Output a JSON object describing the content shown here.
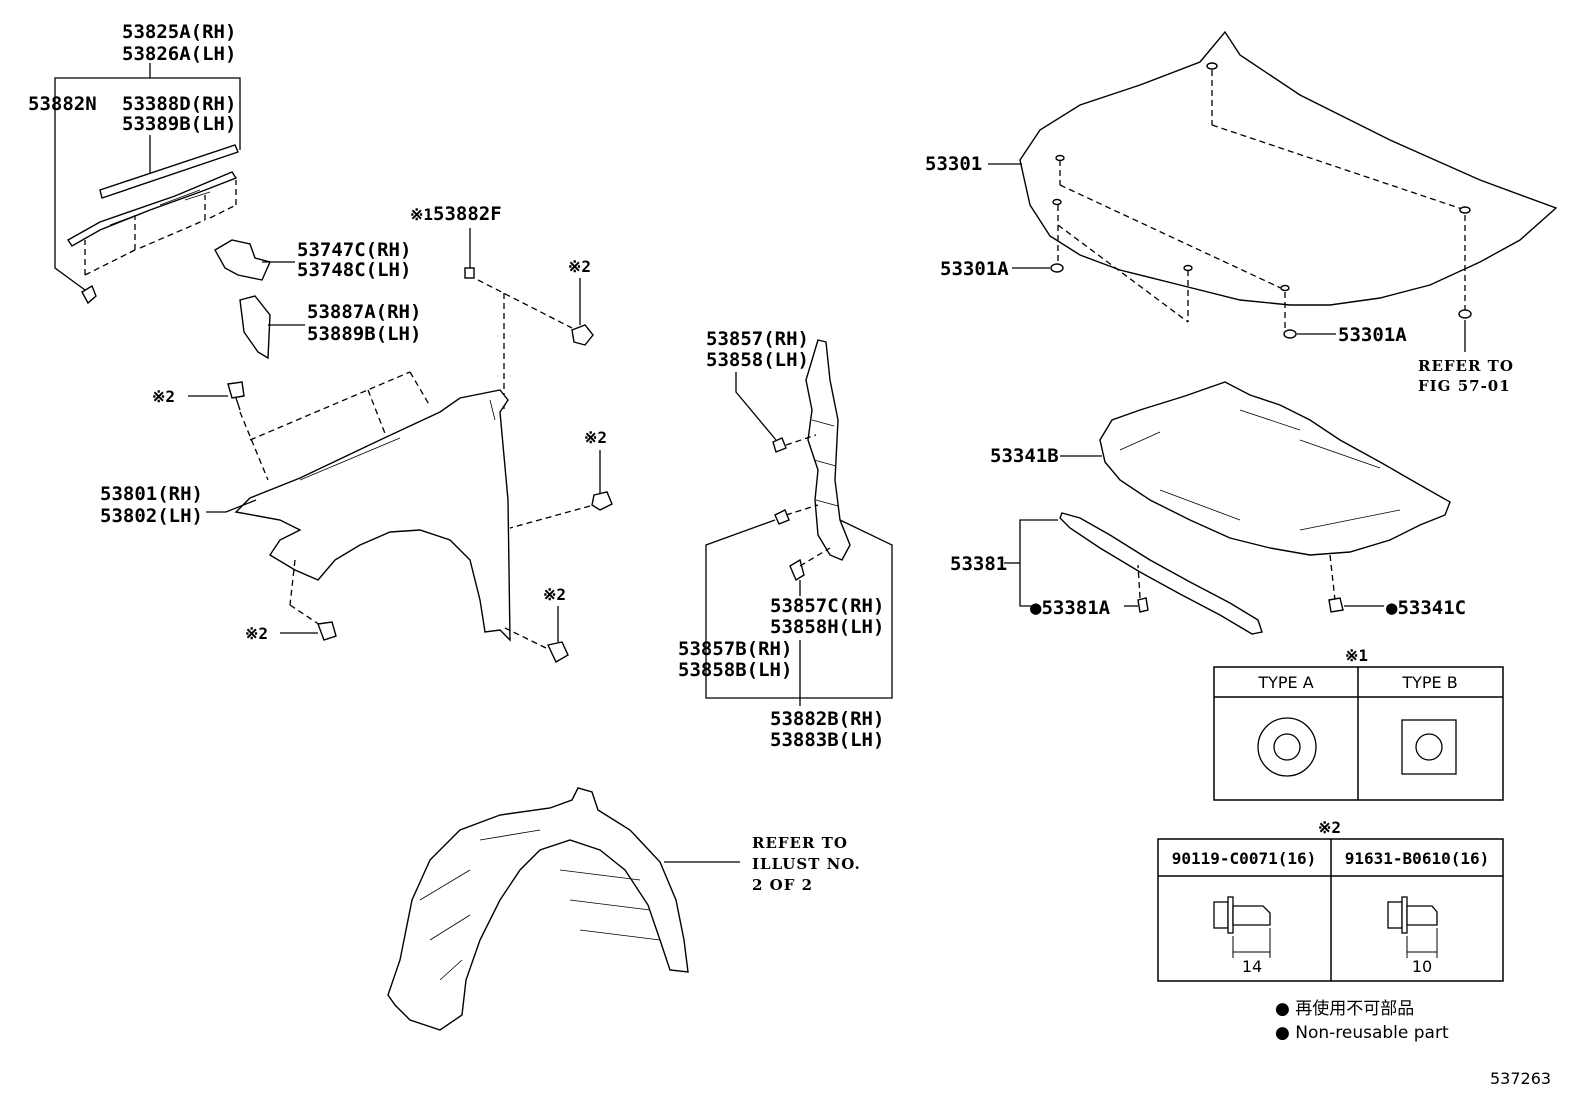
{
  "labels": {
    "p53825a": "53825A(RH)",
    "p53826a": "53826A(LH)",
    "p53882n": "53882N",
    "p53388d": "53388D(RH)",
    "p53389b": "53389B(LH)",
    "p53882f": "53882F",
    "note1_mark": "※1",
    "note2_mark": "※2",
    "p53747c": "53747C(RH)",
    "p53748c": "53748C(LH)",
    "p53887a": "53887A(RH)",
    "p53889b": "53889B(LH)",
    "p53801": "53801(RH)",
    "p53802": "53802(LH)",
    "p53857": "53857(RH)",
    "p53858": "53858(LH)",
    "p53857c": "53857C(RH)",
    "p53858h": "53858H(LH)",
    "p53857b": "53857B(RH)",
    "p53858b": "53858B(LH)",
    "p53882b": "53882B(RH)",
    "p53883b": "53883B(LH)",
    "p53301": "53301",
    "p53301a": "53301A",
    "p53341b": "53341B",
    "p53381": "53381",
    "p53381a": "●53381A",
    "p53341c": "●53341C"
  },
  "references": {
    "fig_line1": "REFER TO",
    "fig_line2": "FIG 57-01",
    "illust_line1": "REFER TO",
    "illust_line2": "ILLUST NO.",
    "illust_line3": "2 OF 2"
  },
  "table1": {
    "mark": "※1",
    "col_a": "TYPE A",
    "col_b": "TYPE B"
  },
  "table2": {
    "mark": "※2",
    "col_1": "90119-C0071(16)",
    "col_2": "91631-B0610(16)",
    "dim_1": "14",
    "dim_2": "10"
  },
  "legend": {
    "jp": "● 再使用不可部品",
    "en": "● Non-reusable part"
  },
  "figure_id": "537263"
}
